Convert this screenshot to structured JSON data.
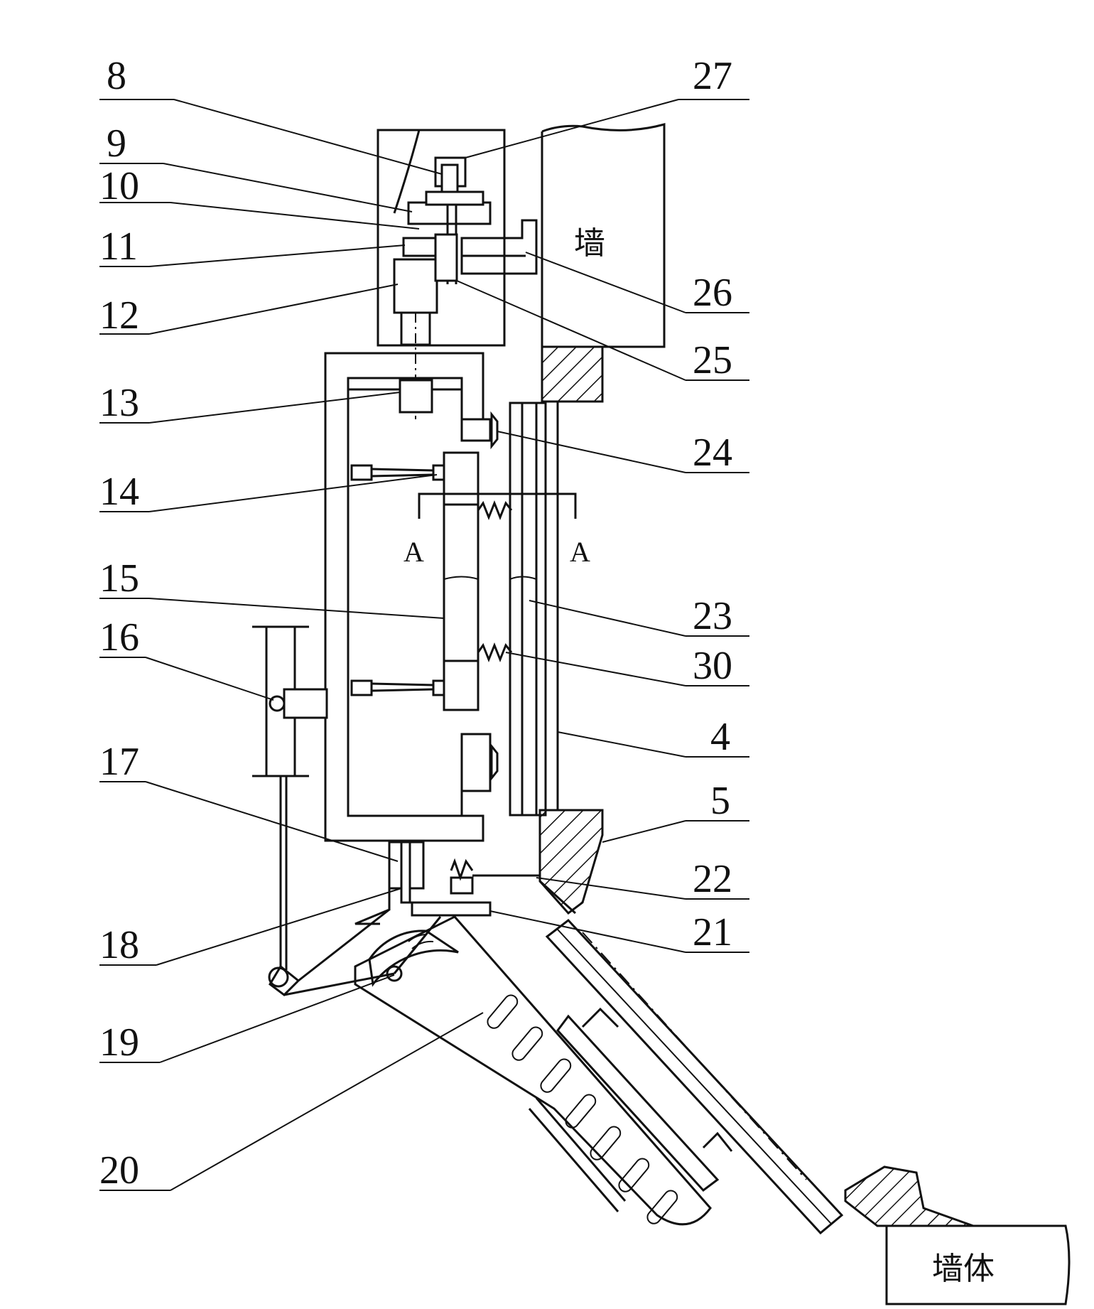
{
  "labels_left": [
    "8",
    "9",
    "10",
    "11",
    "12",
    "13",
    "14",
    "15",
    "16",
    "17",
    "18",
    "19",
    "20"
  ],
  "labels_right": [
    "27",
    "26",
    "25",
    "24",
    "23",
    "30",
    "4",
    "5",
    "22",
    "21"
  ],
  "wall_top": "墙",
  "wall_bottom": "墙体",
  "section_mark": "A"
}
